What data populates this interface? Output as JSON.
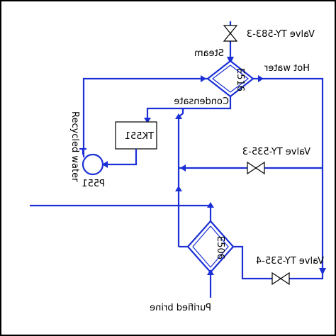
{
  "diagram": {
    "colors": {
      "line": "#1a2fd6",
      "text": "#000000",
      "border": "#000000"
    },
    "labels": {
      "valve_steam": "Valve TY-583-3",
      "steam": "Steam",
      "hot_water": "Hot water",
      "condensate": "Condensate",
      "recycled_water": "Recycled water",
      "valve_mid": "Valve TY-535-3",
      "valve_bottom": "Valve TY-535-4",
      "purified_brine": "Purified brine"
    },
    "equipment": {
      "heat_exchanger_top": "E516",
      "heat_exchanger_bottom": "E506",
      "tank": "TK551",
      "pump": "P551"
    }
  }
}
